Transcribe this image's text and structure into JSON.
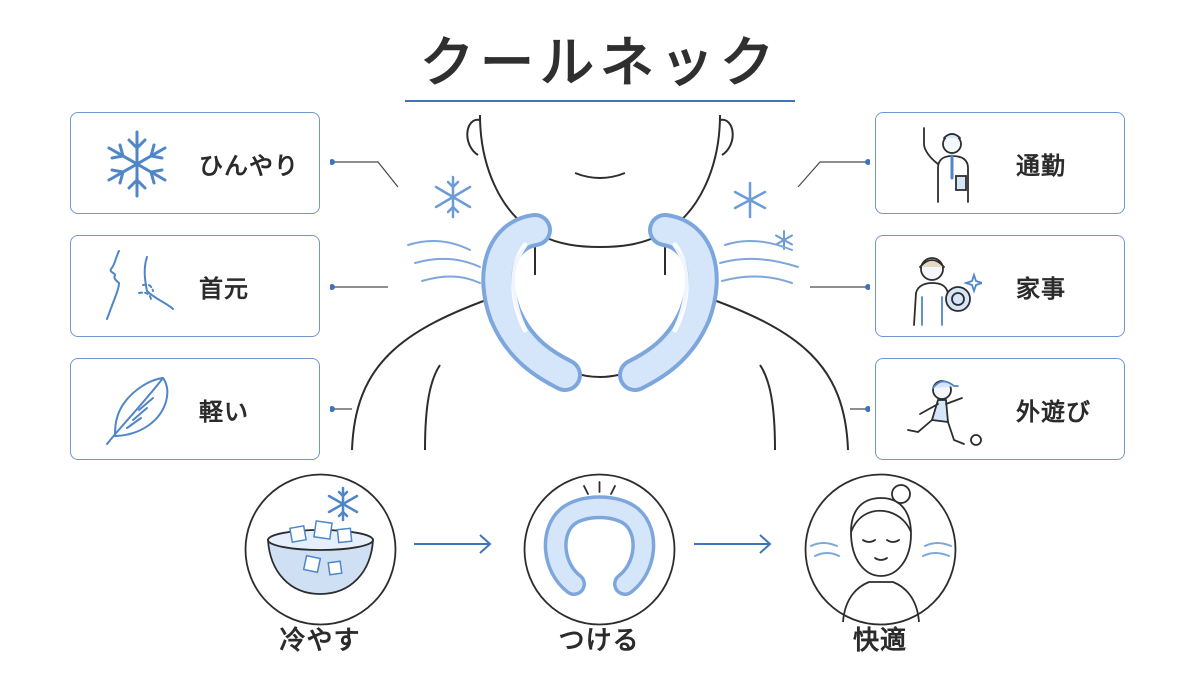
{
  "title": "クールネック",
  "features": [
    {
      "label": "ひんやり",
      "icon": "snowflake-icon"
    },
    {
      "label": "首元",
      "icon": "neck-profile-icon"
    },
    {
      "label": "軽い",
      "icon": "feather-icon"
    }
  ],
  "scenes": [
    {
      "label": "通勤",
      "icon": "commuter-icon"
    },
    {
      "label": "家事",
      "icon": "housework-icon"
    },
    {
      "label": "外遊び",
      "icon": "outdoor-play-icon"
    }
  ],
  "steps": [
    {
      "label": "冷やす",
      "icon": "ice-bowl-icon"
    },
    {
      "label": "つける",
      "icon": "neck-ring-icon"
    },
    {
      "label": "快適",
      "icon": "relaxed-face-icon"
    }
  ],
  "colors": {
    "accent": "#3f74b8",
    "card_border": "#6f98cc",
    "ring_fill": "#cfe0f5",
    "ice_blue": "#5b8fd0"
  }
}
